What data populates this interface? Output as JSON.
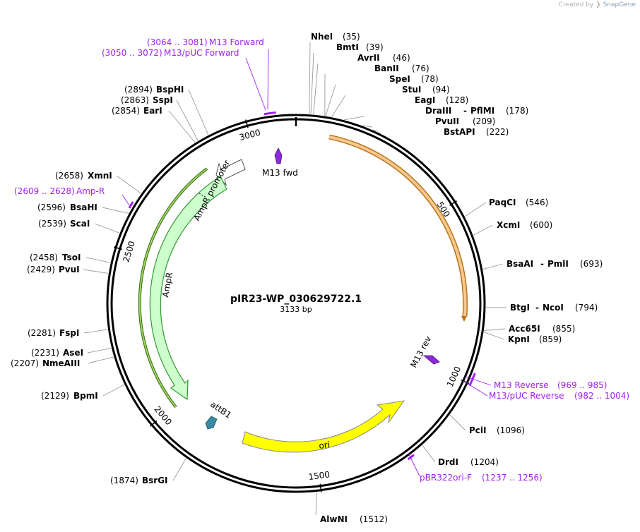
{
  "credit": {
    "prefix": "Created by",
    "brand": "SnapGene"
  },
  "plasmid": {
    "name": "pIR23-WP_030629722.1",
    "length_label": "3133 bp",
    "length": 3133
  },
  "ticks": [
    {
      "pos": 500,
      "label": "500"
    },
    {
      "pos": 1000,
      "label": "1000"
    },
    {
      "pos": 1500,
      "label": "1500"
    },
    {
      "pos": 2000,
      "label": "2000"
    },
    {
      "pos": 2500,
      "label": "2500"
    },
    {
      "pos": 3000,
      "label": "3000"
    }
  ],
  "sites": [
    {
      "name": "NheI",
      "pos": "(35)"
    },
    {
      "name": "BmtI",
      "pos": "(39)"
    },
    {
      "name": "AvrII",
      "pos": "(46)"
    },
    {
      "name": "BanII",
      "pos": "(76)"
    },
    {
      "name": "SpeI",
      "pos": "(78)"
    },
    {
      "name": "StuI",
      "pos": "(94)"
    },
    {
      "name": "EagI",
      "pos": "(128)"
    },
    {
      "name": "DraIII",
      "name2": "PflMI",
      "pos": "(178)"
    },
    {
      "name": "PvuII",
      "pos": "(209)"
    },
    {
      "name": "BstAPI",
      "pos": "(222)"
    },
    {
      "name": "PaqCI",
      "pos": "(546)"
    },
    {
      "name": "XcmI",
      "pos": "(600)"
    },
    {
      "name": "BsaAI",
      "name2": "PmlI",
      "pos": "(693)"
    },
    {
      "name": "BtgI",
      "name2": "NcoI",
      "pos": "(794)"
    },
    {
      "name": "Acc65I",
      "pos": "(855)"
    },
    {
      "name": "KpnI",
      "pos": "(859)"
    },
    {
      "name": "PciI",
      "pos": "(1096)"
    },
    {
      "name": "DrdI",
      "pos": "(1204)"
    },
    {
      "name": "AlwNI",
      "pos": "(1512)"
    },
    {
      "name": "BsrGI",
      "pos": "(1874)"
    },
    {
      "name": "BpmI",
      "pos": "(2129)"
    },
    {
      "name": "NmeAIII",
      "pos": "(2207)"
    },
    {
      "name": "AseI",
      "pos": "(2231)"
    },
    {
      "name": "FspI",
      "pos": "(2281)"
    },
    {
      "name": "PvuI",
      "pos": "(2429)"
    },
    {
      "name": "TsoI",
      "pos": "(2458)"
    },
    {
      "name": "ScaI",
      "pos": "(2539)"
    },
    {
      "name": "BsaHI",
      "pos": "(2596)"
    },
    {
      "name": "XmnI",
      "pos": "(2658)"
    },
    {
      "name": "EarI",
      "pos": "(2854)"
    },
    {
      "name": "SspI",
      "pos": "(2863)"
    },
    {
      "name": "BspHI",
      "pos": "(2894)"
    }
  ],
  "primers": [
    {
      "name": "M13 Forward",
      "range": "(3064 .. 3081)"
    },
    {
      "name": "M13/pUC Forward",
      "range": "(3050 .. 3072)"
    },
    {
      "name": "Amp-R",
      "range": "(2609 .. 2628)"
    },
    {
      "name": "M13 Reverse",
      "range": "(969 .. 985)"
    },
    {
      "name": "M13/pUC Reverse",
      "range": "(982 .. 1004)"
    },
    {
      "name": "pBR322ori-F",
      "range": "(1237 .. 1256)"
    }
  ],
  "features": {
    "m13_fwd": "M13 fwd",
    "m13_rev": "M13 rev",
    "ampr_promoter": "AmpR promoter",
    "ampr": "AmpR",
    "attb1": "attB1",
    "ori": "ori"
  },
  "colors": {
    "backbone": "#000000",
    "orange_feature": "#f7c98e",
    "orange_edge": "#b8741a",
    "ampr_fill": "#ccffcc",
    "ampr_edge": "#339933",
    "ampr_outer": "#5a8a10",
    "ori_fill": "#ffff00",
    "primer": "#a020f0",
    "m13_arrow": "#8b2bd6",
    "attb1_arrow": "#3a8aa0"
  }
}
